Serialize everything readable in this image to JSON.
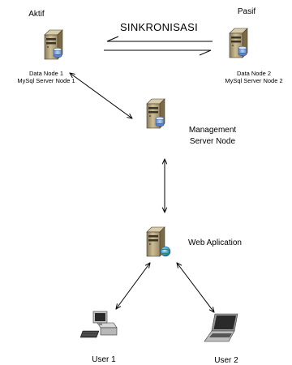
{
  "nodes": {
    "active": {
      "status": "Aktif",
      "line1": "Data Node 1",
      "line2": "MySql Server Node 1",
      "icon": "database-server-icon"
    },
    "passive": {
      "status": "Pasif",
      "line1": "Data Node 2",
      "line2": "MySql Server Node 2",
      "icon": "database-server-icon"
    },
    "management": {
      "line1": "Management",
      "line2": "Server Node",
      "icon": "database-server-icon"
    },
    "web": {
      "label": "Web Aplication",
      "icon": "web-server-icon"
    },
    "user1": {
      "label": "User 1",
      "icon": "desktop-computer-icon"
    },
    "user2": {
      "label": "User 2",
      "icon": "laptop-icon"
    }
  },
  "sync": {
    "label": "SINKRONISASI"
  }
}
